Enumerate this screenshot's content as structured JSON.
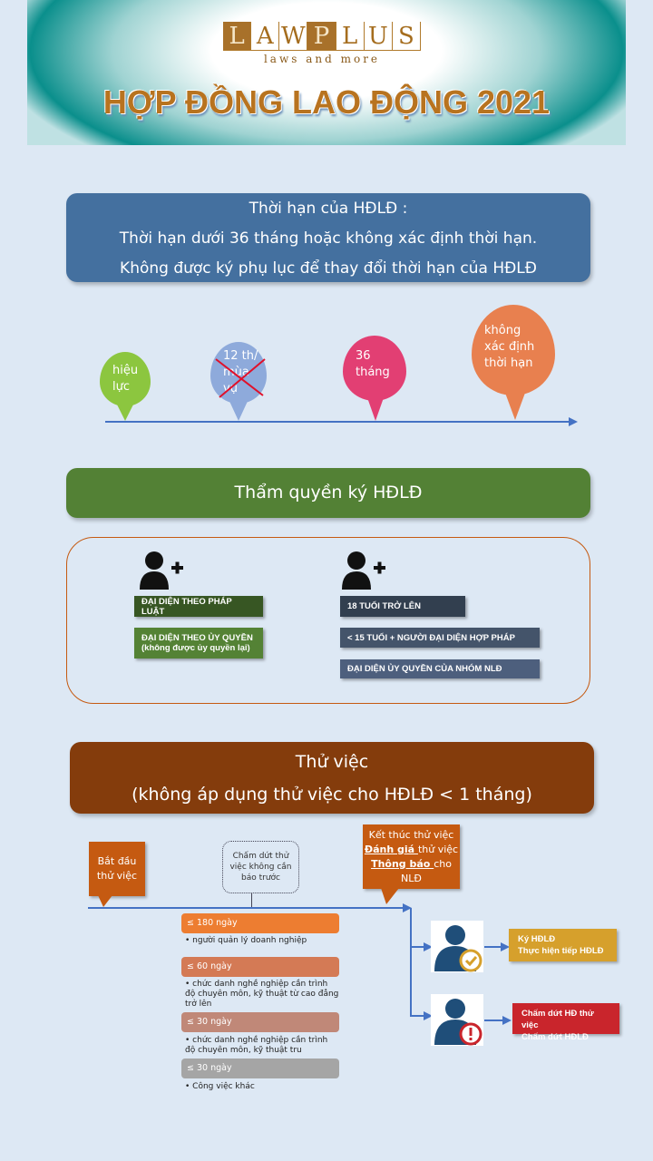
{
  "header": {
    "logo_letters": [
      "L",
      "A",
      "W",
      "P",
      "L",
      "U",
      "S"
    ],
    "tagline": "laws and more",
    "title": "HỢP ĐỒNG LAO ĐỘNG 2021"
  },
  "duration": {
    "lines": [
      "Thời hạn của HĐLĐ :",
      "Thời hạn dưới 36 tháng hoặc không xác định thời hạn.",
      "Không được ký phụ lục để thay đổi thời hạn của HĐLĐ"
    ],
    "pins": [
      {
        "text": "hiệu lực",
        "color": "#8cc63f"
      },
      {
        "text": "12 th/ mùa vụ",
        "color": "#8eaadb",
        "crossed": true
      },
      {
        "text": "36 tháng",
        "color": "#e23f73"
      },
      {
        "text": "không xác định thời hạn",
        "color": "#e8804f"
      }
    ]
  },
  "authority": {
    "title": "Thẩm quyền ký HĐLĐ",
    "employer": [
      "ĐẠI DIỆN THEO PHÁP LUẬT",
      "ĐẠI DIỆN THEO ỦY QUYỀN",
      "(không được ủy quyền lại)"
    ],
    "employee": [
      "18 TUỔI TRỞ LÊN",
      "< 15 TUỔI + NGƯỜI ĐẠI DIỆN HỢP PHÁP",
      "ĐẠI DIỆN ỦY QUYỀN CỦA NHÓM NLĐ"
    ]
  },
  "probation": {
    "title": "Thử việc",
    "subtitle": "(không áp dụng thử việc cho HĐLĐ < 1 tháng)",
    "start": "Bắt đầu thử việc",
    "bubble": "Chấm dứt thử việc không cần báo trước",
    "end": {
      "line1": "Kết thúc thử việc",
      "eval_u": "Đánh giá ",
      "eval_r": "thử việc",
      "notify_u": "Thông báo ",
      "notify_r": "cho NLĐ"
    },
    "tiers": [
      {
        "label": "≤ 180 ngày",
        "desc": "người quản lý doanh nghiệp",
        "color": "#ed7d31"
      },
      {
        "label": "≤ 60 ngày",
        "desc": "chức danh nghề nghiệp cần trình độ chuyên môn, kỹ thuật từ cao đẳng trở lên",
        "color": "#d47a55"
      },
      {
        "label": "≤ 30 ngày",
        "desc": "chức danh nghề nghiệp cần trình độ chuyên môn, kỹ thuật tru",
        "color": "#c08878"
      },
      {
        "label": "≤ 30 ngày",
        "desc": "Công việc khác",
        "color": "#a5a5a5"
      }
    ],
    "pass": [
      "Ký HĐLĐ",
      "Thực hiện tiếp HĐLĐ"
    ],
    "fail": [
      "Chấm dứt HĐ thử việc",
      "Chấm dứt HĐLĐ"
    ]
  }
}
